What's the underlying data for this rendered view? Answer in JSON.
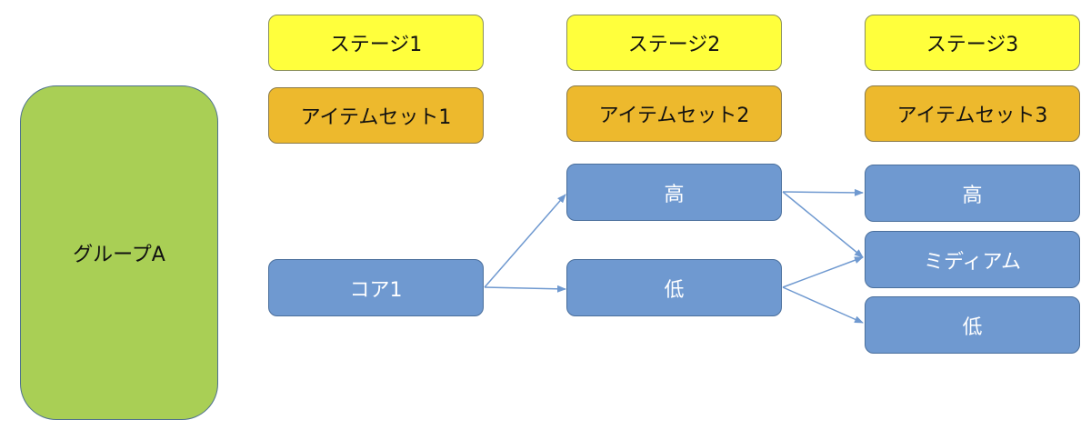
{
  "group": {
    "label": "グループA"
  },
  "columns": [
    {
      "stage": "ステージ1",
      "itemset": "アイテムセット1"
    },
    {
      "stage": "ステージ2",
      "itemset": "アイテムセット2"
    },
    {
      "stage": "ステージ3",
      "itemset": "アイテムセット3"
    }
  ],
  "nodes": {
    "core": "コア1",
    "stage2_high": "高",
    "stage2_low": "低",
    "stage3_high": "高",
    "stage3_medium": "ミディアム",
    "stage3_low": "低"
  },
  "colors": {
    "stage": "#ffff3c",
    "itemset": "#edb92d",
    "node": "#6f99d0",
    "group": "#a9cf55",
    "arrow": "#6f99d0"
  }
}
